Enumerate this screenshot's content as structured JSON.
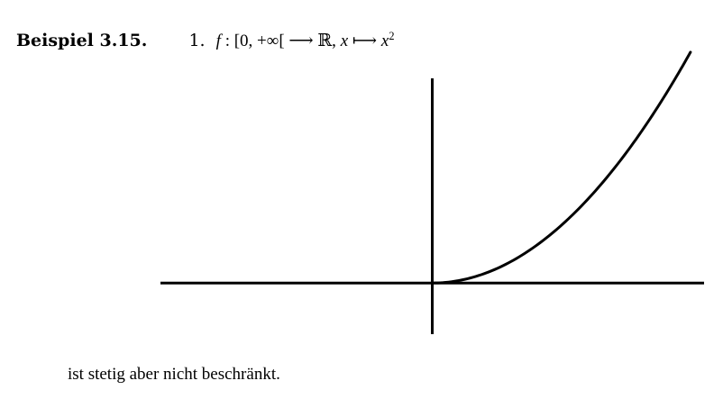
{
  "example": {
    "label": "Beispiel 3.15.",
    "item_number": "1.",
    "function_name": "f",
    "domain_part": " : [0, +∞[ ⟶ ℝ,  ",
    "variable": "x",
    "mapsto": " ⟼ ",
    "image_base": "x",
    "exponent": "2"
  },
  "caption": "ist stetig aber nicht beschränkt.",
  "chart_data": {
    "type": "line",
    "title": "",
    "xlabel": "",
    "ylabel": "",
    "xlim": [
      -1.0,
      1.0
    ],
    "ylim": [
      -0.2,
      0.8
    ],
    "grid": false,
    "series": [
      {
        "x": [
          0.0,
          0.1,
          0.2,
          0.3,
          0.4,
          0.5,
          0.6,
          0.7,
          0.8,
          0.9,
          0.95
        ],
        "y": [
          0.0,
          0.01,
          0.04,
          0.09,
          0.16,
          0.25,
          0.36,
          0.49,
          0.64,
          0.81,
          0.9025
        ]
      }
    ]
  }
}
